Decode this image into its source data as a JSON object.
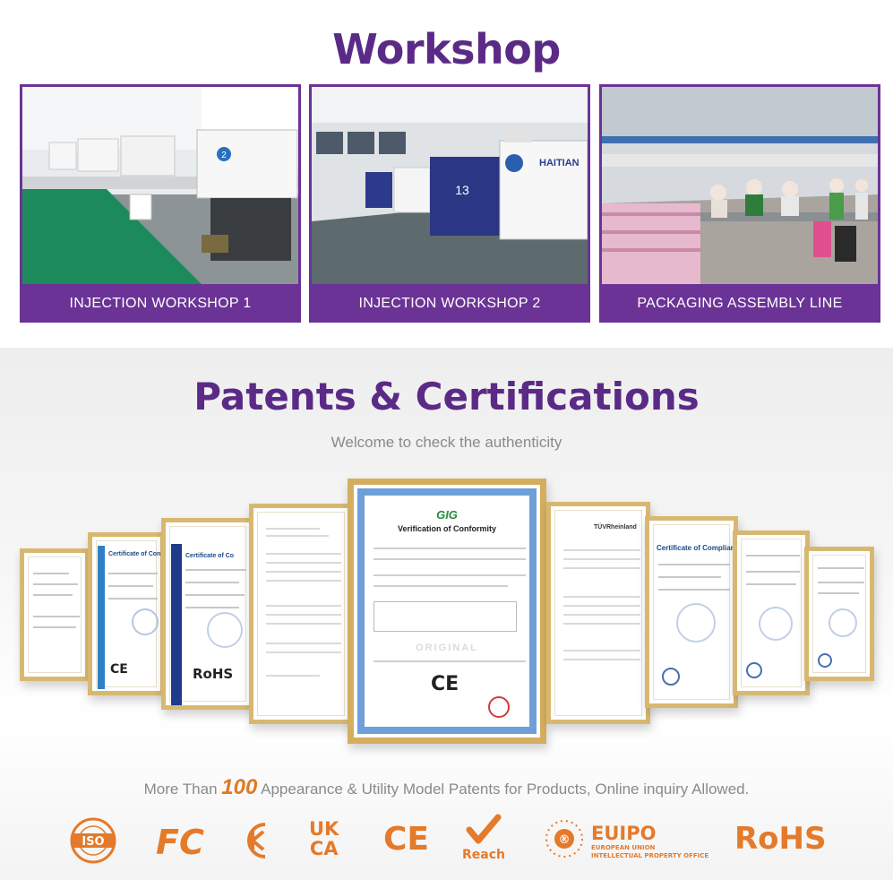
{
  "workshop": {
    "title": "Workshop",
    "cards": [
      {
        "caption": "INJECTION WORKSHOP 1"
      },
      {
        "caption": "INJECTION WORKSHOP 2"
      },
      {
        "caption": "PACKAGING ASSEMBLY LINE"
      }
    ],
    "photo_labels": {
      "machine_brand": "HAITIAN",
      "machine_number_1": "2",
      "machine_number_2": "13"
    }
  },
  "patents": {
    "title": "Patents & Certifications",
    "subtitle": "Welcome to check the authenticity",
    "certificates": {
      "main_brand": "GIG",
      "main_title": "Verification of Conformity",
      "main_watermark": "ORIGINAL",
      "compliance_title": "Certificate of Compliance",
      "rohs_label": "RoHS",
      "tuv_label": "TÜVRheinland",
      "ce_mark": "CE"
    },
    "patent_text_before": "More Than",
    "patent_count": "100",
    "patent_text_after": "Appearance & Utility Model Patents for Products, Online inquiry Allowed.",
    "logos": {
      "iso": "ISO",
      "fc": "FC",
      "ukca_top": "UK",
      "ukca_bottom": "CA",
      "ce": "CE",
      "reach": "Reach",
      "euipo": "EUIPO",
      "euipo_sub1": "EUROPEAN UNION",
      "euipo_sub2": "INTELLECTUAL PROPERTY OFFICE",
      "rohs": "RoHS"
    },
    "colors": {
      "brand_purple": "#5b2a86",
      "accent_orange": "#e47a2a",
      "frame_gold": "#d8b870"
    }
  }
}
